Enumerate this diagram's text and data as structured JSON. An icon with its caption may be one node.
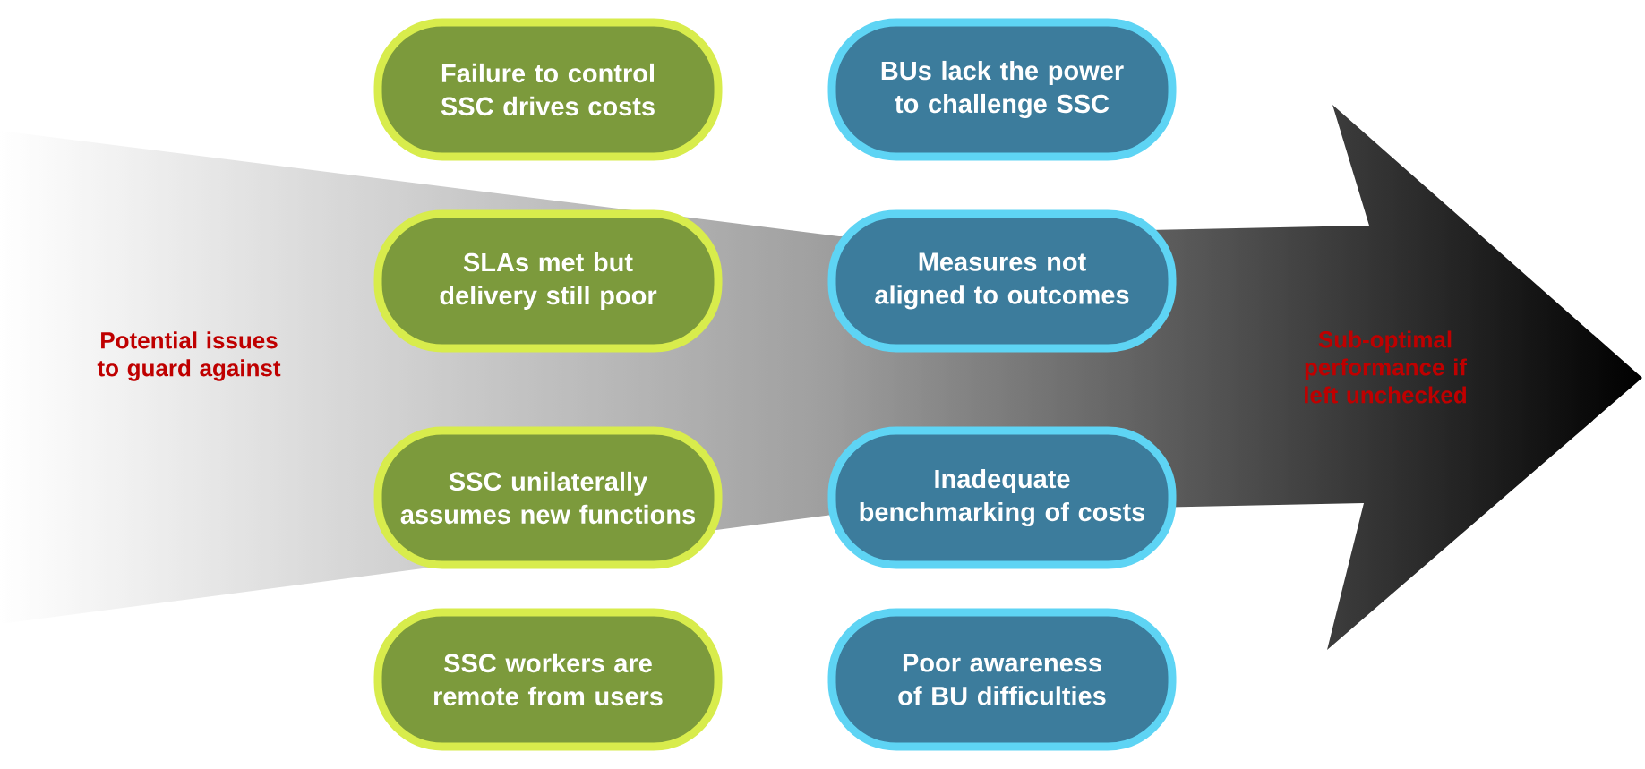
{
  "diagram": {
    "nodes": [
      {
        "text": [
          "Potential issues to guard against",
          "Sub-optimal performance if left unchecked"
        ]
      },
      {
        "text": [
          "Failure to control SSC drives costs"
        ]
      },
      {
        "text": [
          "BUs lack the power to challenge SSC"
        ]
      },
      {
        "text": [
          "SLAs met but delivery still poor"
        ]
      },
      {
        "text": [
          "Measures not aligned to outcomes"
        ]
      },
      {
        "text": [
          "SSC unilaterally assumes new functions"
        ]
      },
      {
        "text": [
          "Inadequate benchmarking of costs"
        ]
      },
      {
        "text": [
          "SSC workers are remote from users"
        ]
      },
      {
        "text": [
          "Poor awareness of BU difficulties"
        ]
      }
    ]
  }
}
